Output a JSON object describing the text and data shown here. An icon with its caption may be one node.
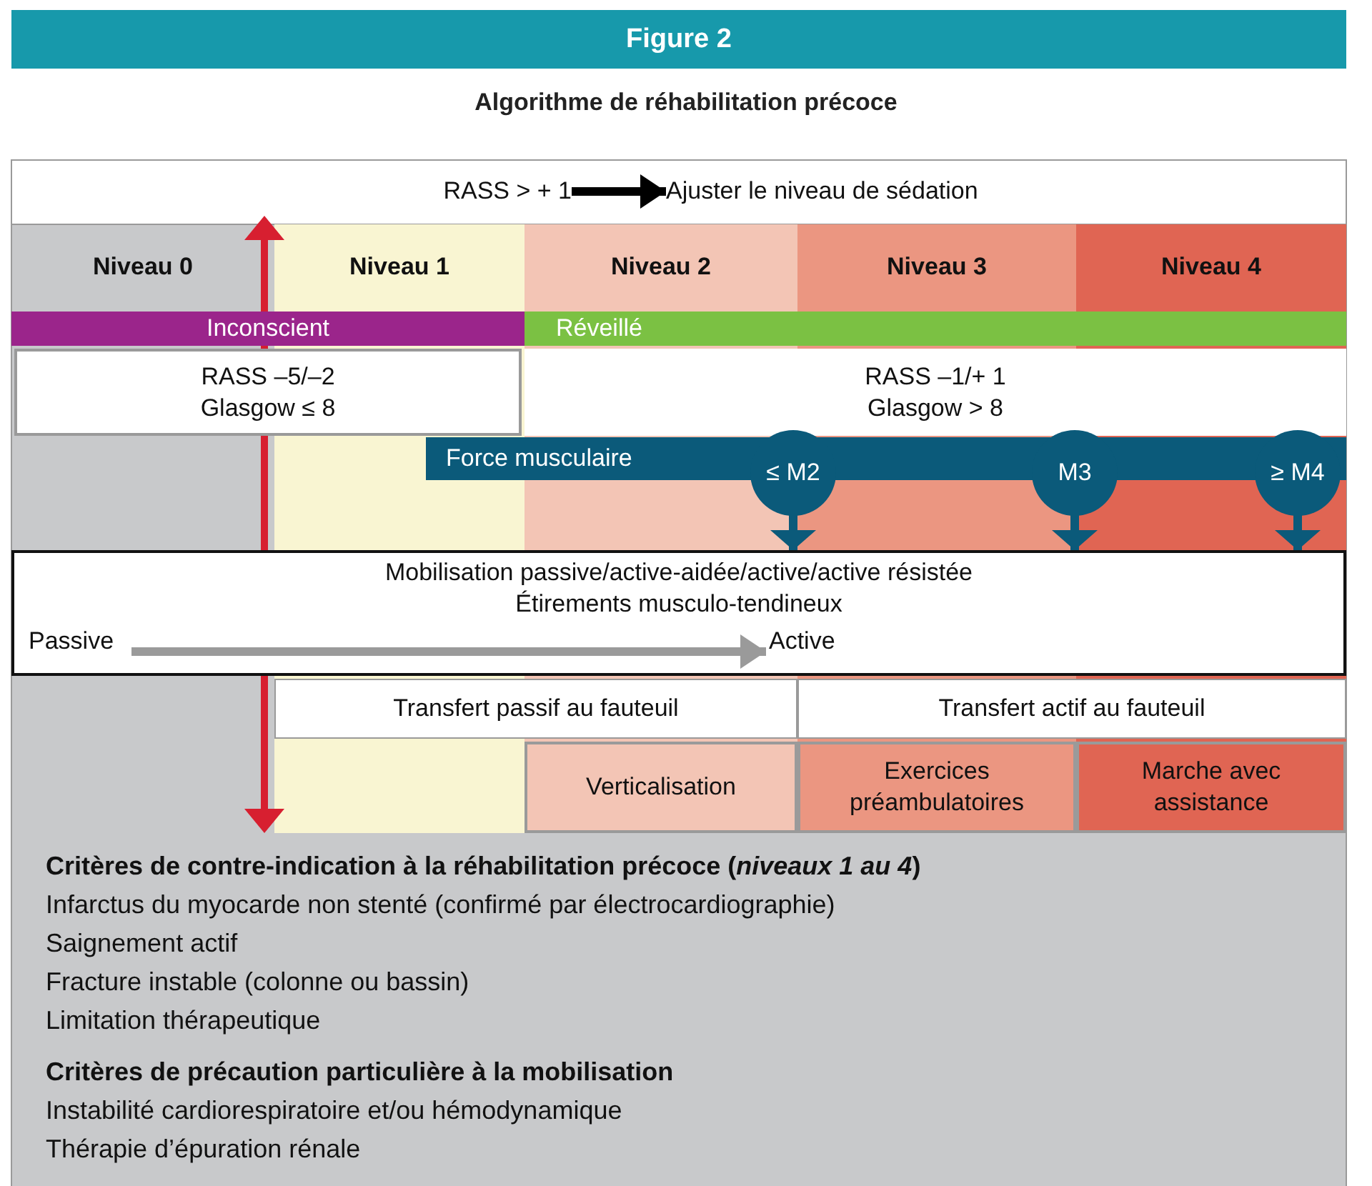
{
  "diagram": {
    "title": "Algorithme de réhabilitation précoce",
    "nodes": [
      {
        "text": [
          "RASS > + 1"
        ]
      },
      {
        "text": [
          "Ajuster le niveau de sédation"
        ]
      },
      {
        "text": [
          "Niveau 0"
        ]
      },
      {
        "text": [
          "Niveau 1"
        ]
      },
      {
        "text": [
          "Niveau 2"
        ]
      },
      {
        "text": [
          "Niveau 3"
        ]
      },
      {
        "text": [
          "Niveau 4"
        ]
      },
      {
        "text": [
          "Inconscient"
        ]
      },
      {
        "text": [
          "Réveillé"
        ]
      },
      {
        "text": [
          "RASS –5/–2",
          "Glasgow ≤ 8"
        ]
      },
      {
        "text": [
          "RASS –1/+ 1",
          "Glasgow > 8"
        ]
      },
      {
        "text": [
          "Force musculaire"
        ]
      },
      {
        "text": [
          "≤ M2"
        ]
      },
      {
        "text": [
          "M3"
        ]
      },
      {
        "text": [
          "≥ M4"
        ]
      },
      {
        "text": [
          "Mobilisation passive/active-aidée/active/active résistée",
          "Étirements musculo-tendineux"
        ]
      },
      {
        "text": [
          "Passive"
        ],
        "in": 15
      },
      {
        "text": [
          "Active"
        ],
        "in": 15
      },
      {
        "text": [
          "Transfert passif au fauteuil"
        ]
      },
      {
        "text": [
          "Transfert actif au fauteuil"
        ]
      },
      {
        "text": [
          "Verticalisation"
        ]
      },
      {
        "text": [
          "Exercices préambulatoires"
        ]
      },
      {
        "text": [
          "Marche avec assistance"
        ]
      }
    ],
    "edges": [
      {
        "from": 0,
        "to": 1,
        "arrow": "to",
        "color": "#000000"
      },
      {
        "from": 12,
        "to": 15,
        "arrow": "to"
      },
      {
        "from": 13,
        "to": 15,
        "arrow": "to"
      },
      {
        "from": 14,
        "to": 15,
        "arrow": "to"
      },
      {
        "from": 16,
        "to": 17,
        "arrow": "to",
        "color": "#9a9a9a"
      }
    ],
    "labels": [
      "Figure 2",
      "Critères de contre-indication à la réhabilitation précoce (*niveaux 1 au 4*)",
      "Infarctus du myocarde non stenté (confirmé par électrocardiographie)",
      "Saignement actif",
      "Fracture instable (colonne ou bassin)",
      "Limitation thérapeutique",
      "Critères de précaution particulière à la mobilisation",
      "Instabilité cardiorespiratoire et/ou hémodynamique",
      "Thérapie d’épuration rénale"
    ]
  }
}
